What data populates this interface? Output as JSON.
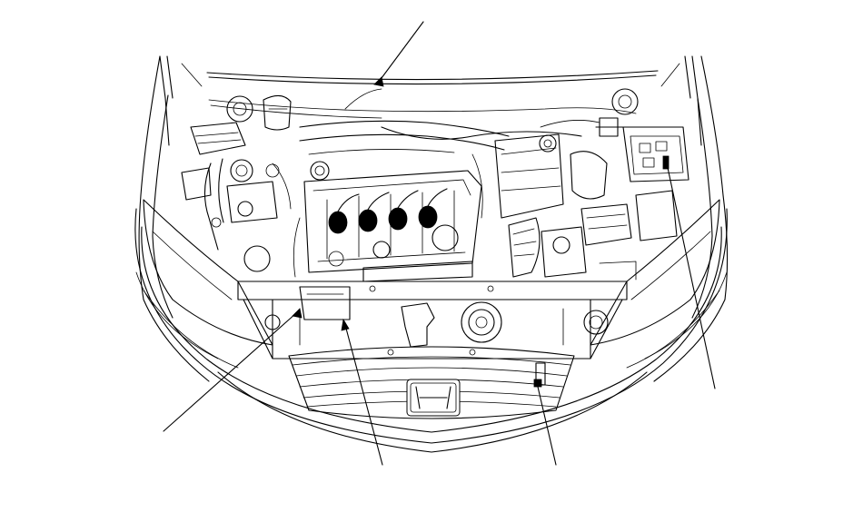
{
  "figure": {
    "subject": "engine-compartment-line-drawing",
    "line_color": "#000000",
    "background_color": "#ffffff"
  },
  "callouts": [
    {
      "id": "top-center",
      "label": ""
    },
    {
      "id": "bottom-left",
      "label": ""
    },
    {
      "id": "bottom-center",
      "label": ""
    },
    {
      "id": "bottom-right-center",
      "label": ""
    },
    {
      "id": "right",
      "label": ""
    }
  ]
}
